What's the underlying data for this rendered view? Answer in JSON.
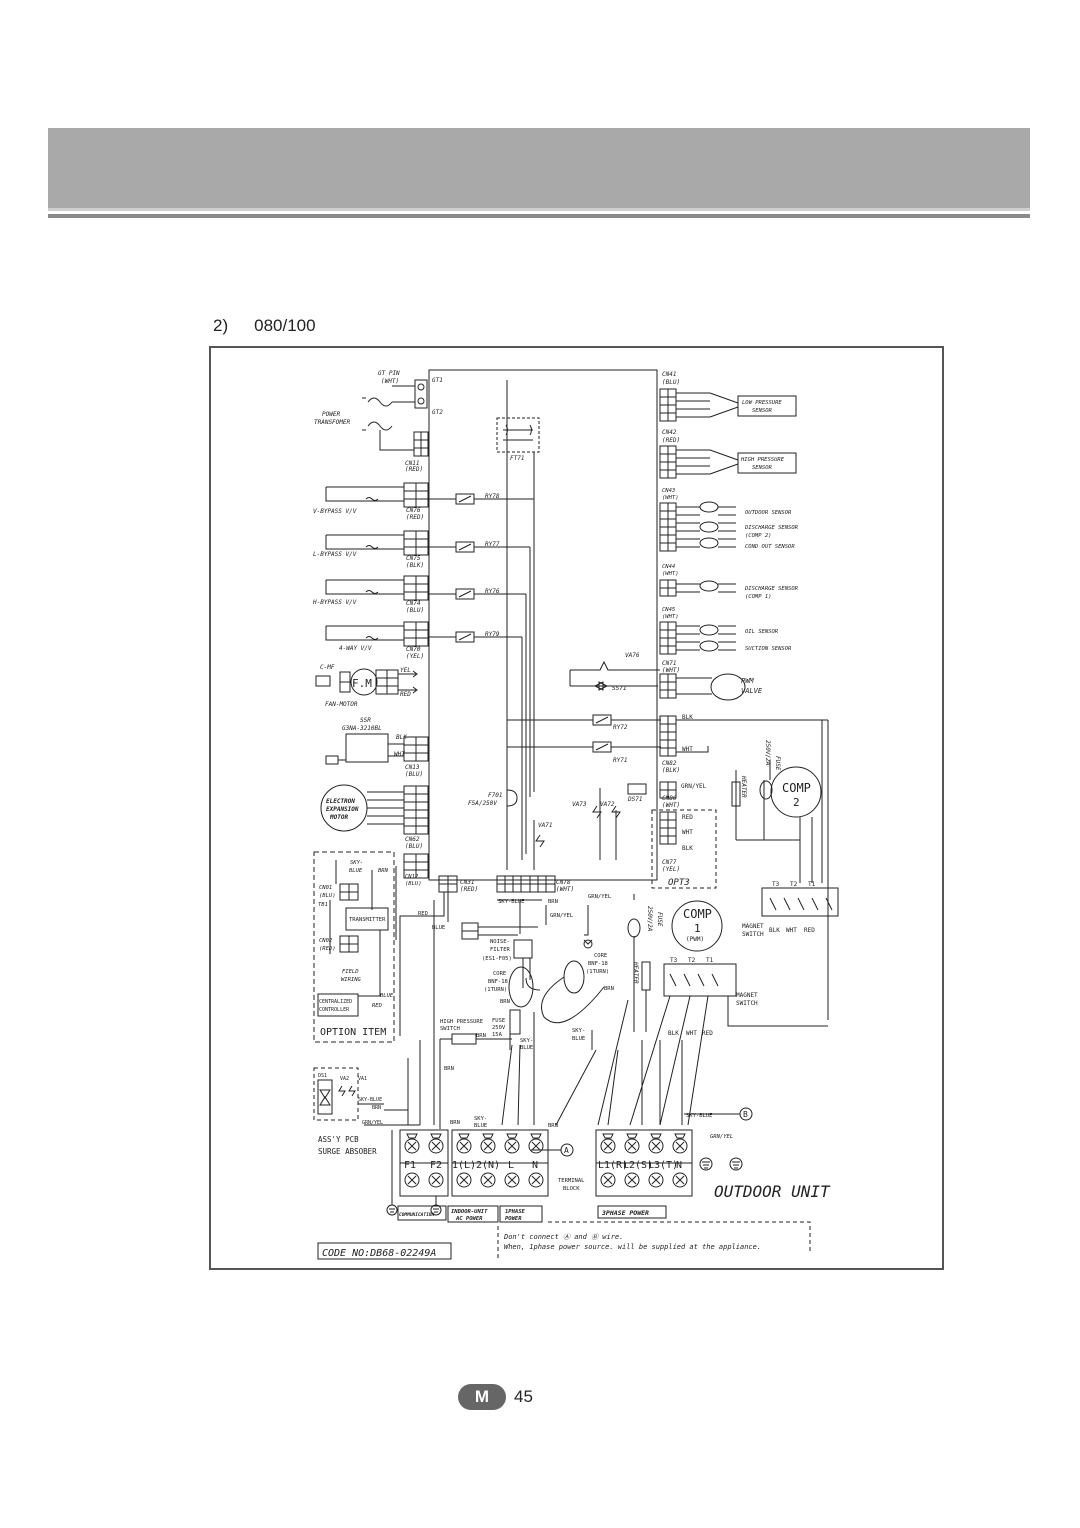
{
  "section": {
    "number": "2)",
    "model": "080/100"
  },
  "page": {
    "letter": "M",
    "number": "45"
  },
  "diagram": {
    "top_left": {
      "gt_pin": "GT PIN",
      "gt_pin_color": "(WHT)",
      "gt1": "GT1",
      "gt2": "GT2",
      "power": "POWER",
      "transformer": "TRANSFOMER",
      "cn11": "CN11",
      "cn11_color": "(RED)"
    },
    "valves": [
      {
        "name": "V-BYPASS V/V",
        "cn": "CN76",
        "color": "(RED)",
        "relay": "RY78"
      },
      {
        "name": "L-BYPASS V/V",
        "cn": "CN75",
        "color": "(BLK)",
        "relay": "RY77"
      },
      {
        "name": "H-BYPASS V/V",
        "cn": "CN74",
        "color": "(BLU)",
        "relay": "RY76"
      },
      {
        "name": "4-WAY V/V",
        "cn": "CN70",
        "color": "(YEL)",
        "relay": "RY79"
      }
    ],
    "fan": {
      "cmf": "C-MF",
      "fm": "F.M",
      "label": "FAN-MOTOR",
      "yel": "YEL",
      "red": "RED",
      "ssr": "SSR",
      "ssr_model": "G3NA-3210BL",
      "blk": "BLK",
      "wht": "WHT",
      "cn13": "CN13",
      "cn13_color": "(BLU)"
    },
    "eev": {
      "line1": "ELECTRON",
      "line2": "EXPANSION",
      "line3": "MOTOR",
      "cn": "CN62",
      "color": "(BLU)"
    },
    "option": {
      "sky": "SKY-",
      "blue": "BLUE",
      "brn": "BRN",
      "cn01": "CN01",
      "cn01_color": "(BLU)",
      "tb1": "TB1",
      "transmitter": "TRANSMITTER",
      "cn02": "CN02",
      "cn02_color": "(RED)",
      "field": "FIELD",
      "wiring": "WIRING",
      "blue2": "BLUE",
      "red": "RED",
      "centralized": "CENTRALIZED",
      "controller": "CONTROLLER",
      "title": "OPTION ITEM",
      "cn12": "CN12",
      "cn12_color": "(BLU)"
    },
    "sensors": [
      {
        "cn": "CN41",
        "color": "(BLU)",
        "name": "LOW PRESSURE",
        "name2": "SENSOR"
      },
      {
        "cn": "CN42",
        "color": "(RED)",
        "name": "HIGH PRESSURE",
        "name2": "SENSOR"
      }
    ],
    "thermistors": {
      "cn43": "CN43",
      "cn43_color": "(WHT)",
      "outdoor": "OUTDOOR SENSOR",
      "discharge2": "DISCHARGE SENSOR",
      "discharge2b": "(COMP 2)",
      "condout": "COND OUT SENSOR",
      "cn44": "CN44",
      "cn44_color": "(WHT)",
      "discharge1": "DISCHARGE SENSOR",
      "discharge1b": "(COMP 1)",
      "cn45": "CN45",
      "cn45_color": "(WHT)",
      "oil": "OIL SENSOR",
      "suction": "SUCTION SENSOR"
    },
    "pcb": {
      "ft71": "FT71",
      "va76": "VA76",
      "ss71": "SS71",
      "cn71": "CN71",
      "cn71_color": "(WHT)",
      "pwm": "PWM",
      "valve": "VALVE",
      "ry72": "RY72",
      "ry71": "RY71",
      "f701": "F701",
      "f701_rating": "F5A/250V",
      "ds71": "DS71",
      "va73": "VA73",
      "va72": "VA72",
      "va71": "VA71",
      "cn82": "CN82",
      "cn82_color": "(BLK)",
      "cn80": "CN80",
      "cn80_color": "(WHT)",
      "cn77": "CN77",
      "cn77_color": "(YEL)",
      "opt3": "OPT3",
      "cn31": "CN31",
      "cn31_color": "(RED)",
      "cn78": "CN78",
      "cn78_color": "(WHT)",
      "blk": "BLK",
      "wht": "WHT",
      "red": "RED",
      "grnyel": "GRN/YEL"
    },
    "comp2": {
      "label": "COMP",
      "num": "2",
      "fuse": "FUSE",
      "fuse_rating": "250V/2A",
      "heater": "HEATER"
    },
    "comp1": {
      "label": "COMP",
      "num": "1",
      "sub": "(PWM)",
      "fuse": "FUSE",
      "fuse_rating": "250V/2A",
      "heater": "HEATER"
    },
    "magnet": {
      "t3": "T3",
      "t2": "T2",
      "t1": "T1",
      "label": "MAGNET",
      "label2": "SWITCH",
      "blk": "BLK",
      "wht": "WHT",
      "red": "RED"
    },
    "wiring": {
      "skyblue": "SKY-BLUE",
      "brn": "BRN",
      "grnyel": "GRN/YEL",
      "red": "RED",
      "blue": "BLUE",
      "noise": "NOISE-",
      "filter": "FILTER",
      "es1": "(ES1-F05)",
      "core": "CORE",
      "bnf": "BNF-18",
      "turn": "(1TURN)",
      "hps": "HIGH PRESSURE",
      "switch": "SWITCH",
      "fuse": "FUSE",
      "fuse_v": "250V",
      "fuse_a": "15A",
      "sky": "SKY-",
      "blue2": "BLUE"
    },
    "surge": {
      "ds1": "DS1",
      "va2": "VA2",
      "va1": "VA1",
      "skyblue": "SKY-BLUE",
      "brn": "BRN",
      "grnyel": "GRN/YEL",
      "assy": "ASS'Y PCB",
      "absorber": "SURGE ABSOBER"
    },
    "terminals": {
      "f1": "F1",
      "f2": "F2",
      "l1": "1(L)",
      "n2": "2(N)",
      "l": "L",
      "n": "N",
      "l1r": "L1(R)",
      "l2s": "L2(S)",
      "l3t": "L3(T)",
      "n3": "N",
      "terminal": "TERMINAL",
      "block": "BLOCK",
      "communication": "COMMUNICATION",
      "indoor": "INDOOR-UNIT",
      "acpower": "AC POWER",
      "iphase": "1PHASE",
      "power": "POWER",
      "threephase": "3PHASE POWER",
      "a": "A",
      "b": "B"
    },
    "outdoor_unit": "OUTDOOR UNIT",
    "note1": "Don't connect  Ⓐ and Ⓑ wire.",
    "note2": "When, 1phase power source. will be supplied at the appliance.",
    "code": "CODE NO:DB68-02249A"
  }
}
